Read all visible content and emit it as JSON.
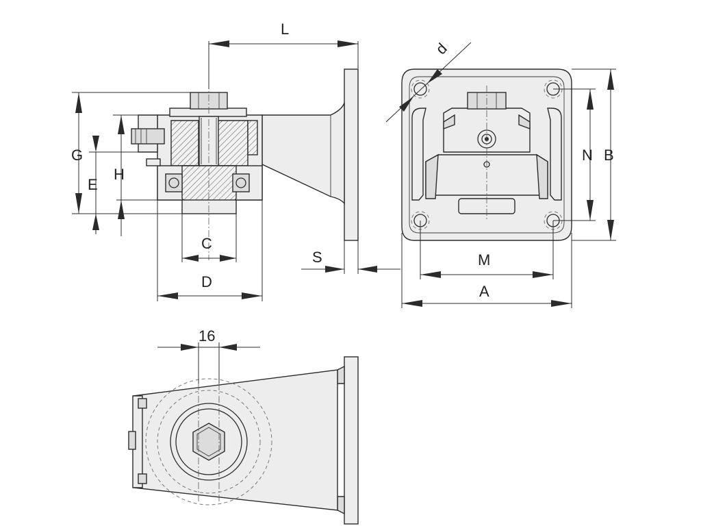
{
  "labels": {
    "L": "L",
    "d": "d",
    "G": "G",
    "H": "H",
    "E": "E",
    "C": "C",
    "D": "D",
    "S": "S",
    "M": "M",
    "A": "A",
    "N": "N",
    "B": "B",
    "dim16": "16"
  }
}
